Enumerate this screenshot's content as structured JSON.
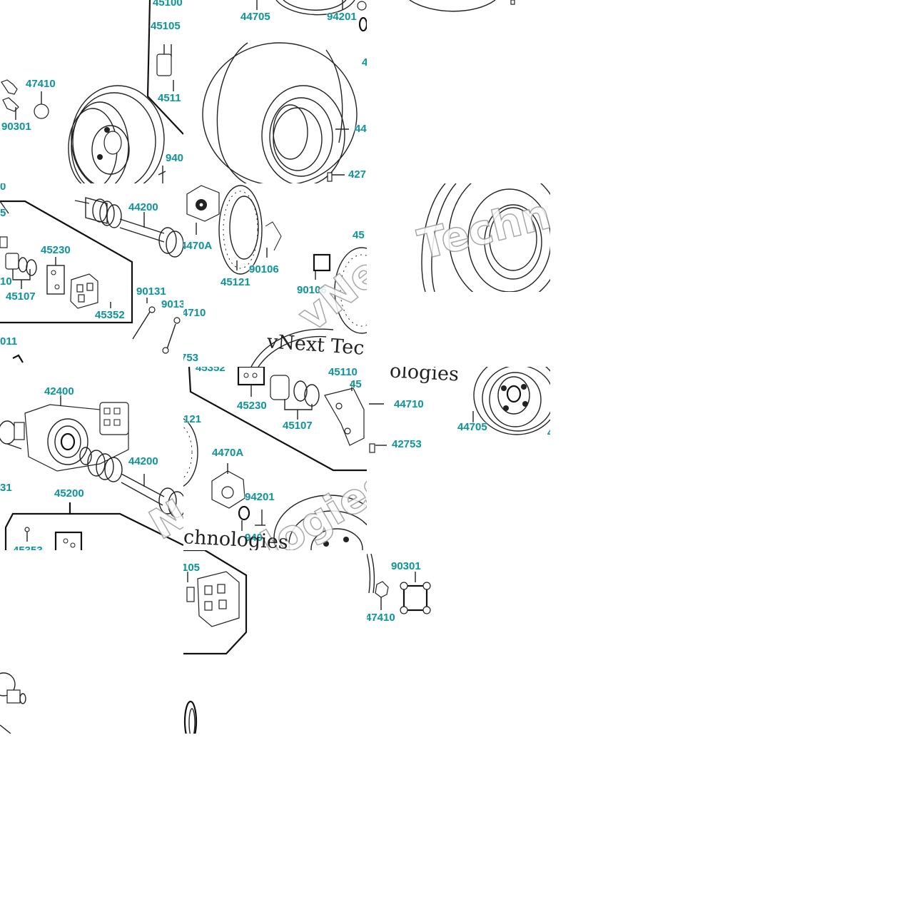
{
  "diagram": {
    "part_labels": {
      "t1": [
        "45100",
        "45105",
        "4511",
        "47410",
        "90301",
        "940"
      ],
      "t2": [
        "44705",
        "94201",
        "4",
        "44",
        "427"
      ],
      "t4": [
        "0",
        "44200",
        "45230",
        "10",
        "45107",
        "45352",
        "90131",
        "9013",
        "011",
        "5"
      ],
      "t5": [
        "4470A",
        "90106",
        "45121",
        "90106",
        "45",
        "4710",
        "753"
      ],
      "t7": [
        "42400",
        "44200",
        "31",
        "45200",
        "45353"
      ],
      "t8": [
        "45352",
        "45230",
        "45110",
        "45107",
        "121",
        "4470A",
        "94201",
        "940",
        "45"
      ],
      "t9": [
        "44710",
        "44705",
        "42753",
        "4"
      ],
      "t11": [
        "105"
      ],
      "t12": [
        "90301",
        "47410"
      ]
    },
    "watermark": {
      "script_text_1": "vNext Tec",
      "script_text_2": "ologies",
      "script_text_3": "chnologies",
      "outline_text_1": "Techn",
      "outline_text_2": "vNe",
      "outline_text_3": "Nex",
      "outline_text_4": "logies"
    }
  }
}
